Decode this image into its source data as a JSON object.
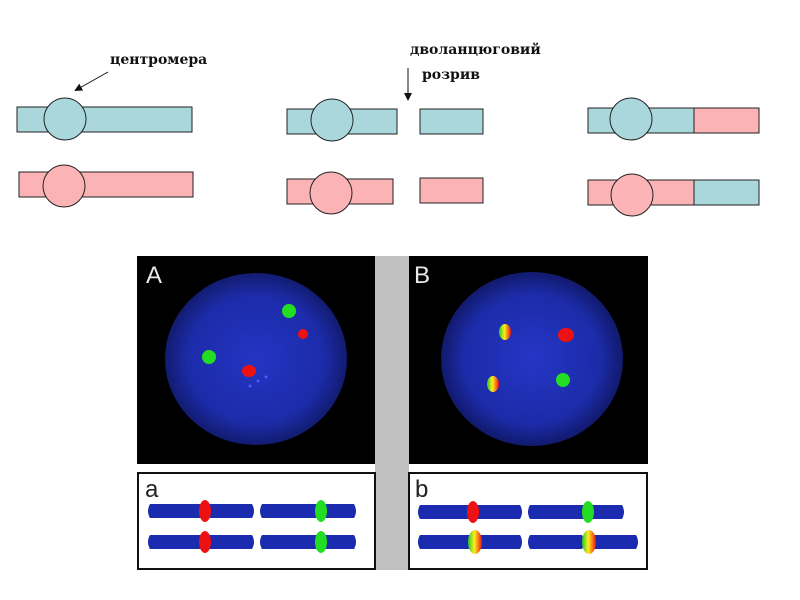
{
  "labels": {
    "centromere": "центромера",
    "double_strand_line1": "дволанцюговий",
    "double_strand_line2": "розрив"
  },
  "panels": {
    "A": "A",
    "B": "B",
    "a": "a",
    "b": "b"
  },
  "colors": {
    "blue_chromosome": "#a9d7dc",
    "pink_chromosome": "#fbb3b6",
    "nucleus": "#1e2fb8",
    "green_signal": "#22dd22",
    "red_signal": "#ee1111",
    "yellow_signal": "#ffee22",
    "ideogram_blue": "#1a2bb0"
  }
}
